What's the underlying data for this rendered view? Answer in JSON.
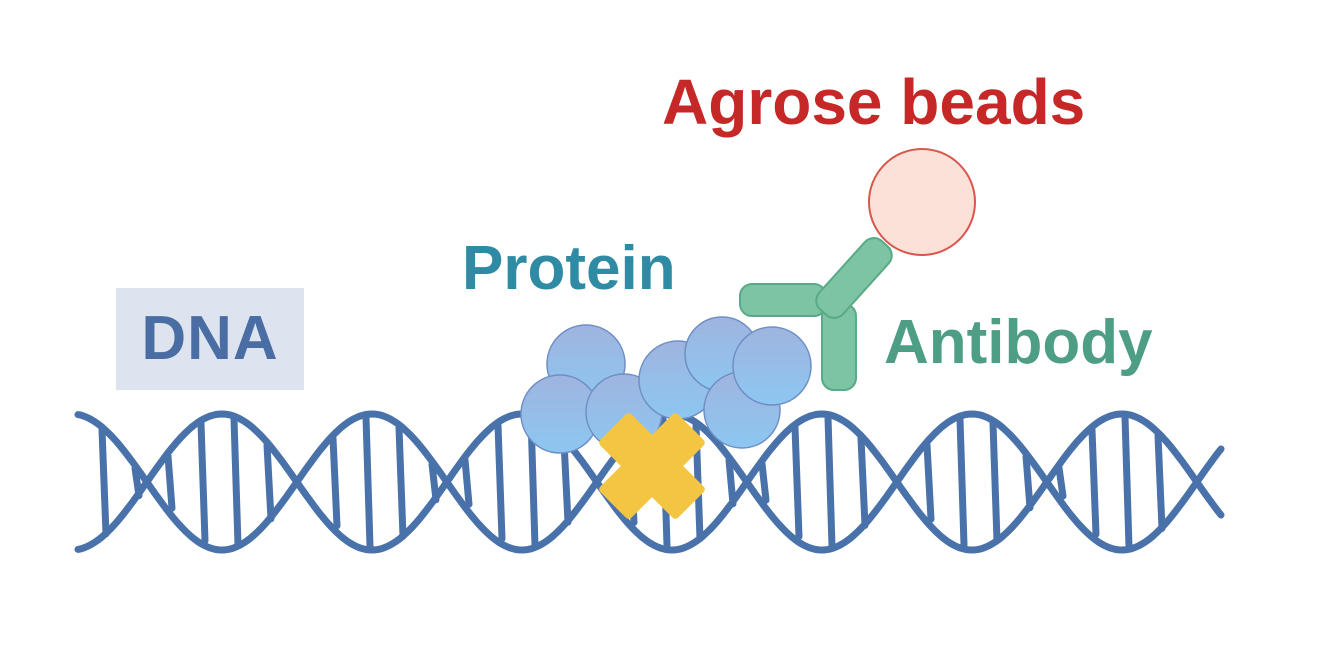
{
  "labels": {
    "dna": "DNA",
    "protein": "Protein",
    "antibody": "Antibody",
    "agarose_beads": "Agrose beads"
  },
  "colors": {
    "dna_strand": "#4a72aa",
    "dna_label": "#4a6ea3",
    "dna_label_background": "#dde4ef",
    "protein_label": "#2f8aa3",
    "protein_fill_top": "#9fb4df",
    "protein_fill_bottom": "#8cc7f2",
    "protein_stroke": "#6f8fc4",
    "crosslink": "#f4c542",
    "antibody": "#7cc4a4",
    "antibody_stroke": "#5aa987",
    "antibody_label": "#4e9e86",
    "bead_fill": "#fbe1d8",
    "bead_stroke": "#d8574c",
    "beads_label": "#c62828"
  },
  "icons": {
    "dna": "double-helix",
    "protein": "protein-complex",
    "crosslink": "cross-mark",
    "antibody": "y-shaped-antibody",
    "bead": "circle"
  }
}
